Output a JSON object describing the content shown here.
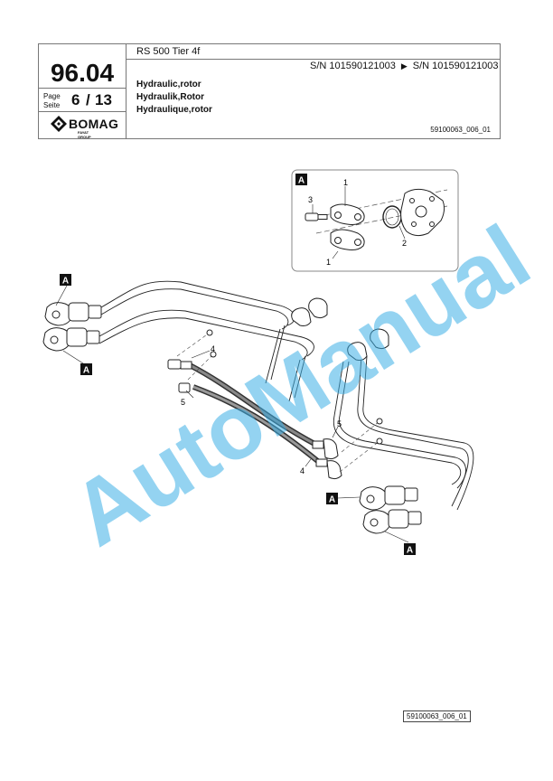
{
  "header": {
    "section": "96.04",
    "page_label_en": "Page",
    "page_label_de": "Seite",
    "page": "6",
    "slash": "/",
    "total": "13",
    "brand": "BOMAG",
    "brand_sub": "FAYAT GROUP",
    "model": "RS 500 Tier 4f",
    "serial_from": "S/N 101590121003",
    "serial_to": "S/N 101590121003",
    "title_en": "Hydraulic,rotor",
    "title_de": "Hydraulik,Rotor",
    "title_fr": "Hydraulique,rotor",
    "drawing_ref": "59100063_006_01"
  },
  "drawing": {
    "detail_label": "A",
    "callout_1": "1",
    "callout_2": "2",
    "callout_3": "3",
    "callout_4": "4",
    "callout_5": "5"
  },
  "watermark": "AutoManual",
  "footer": {
    "drawing_ref": "59100063_006_01"
  }
}
